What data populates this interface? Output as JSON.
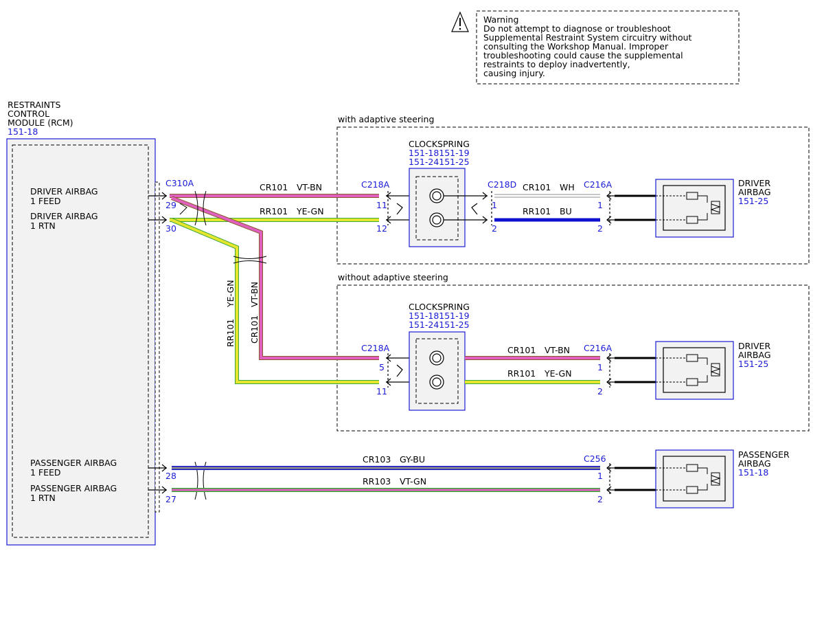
{
  "warning": {
    "title": "Warning",
    "lines": [
      "Do not attempt to diagnose or troubleshoot",
      "Supplemental Restraint System circuitry without",
      "consulting the Workshop Manual. Improper",
      "troubleshooting could cause the supplemental",
      "restraints to deploy inadvertently,",
      "causing injury."
    ]
  },
  "rcm": {
    "title_lines": [
      "RESTRAINTS",
      "CONTROL",
      "MODULE (RCM)"
    ],
    "ref": "151-18",
    "pins": [
      {
        "label1": "DRIVER AIRBAG",
        "label2": "1 FEED"
      },
      {
        "label1": "DRIVER AIRBAG",
        "label2": "1 RTN"
      },
      {
        "label1": "PASSENGER AIRBAG",
        "label2": "1 FEED"
      },
      {
        "label1": "PASSENGER AIRBAG",
        "label2": "1 RTN"
      }
    ],
    "connector": "C310A",
    "pin_numbers": [
      "29",
      "30",
      "28",
      "27"
    ]
  },
  "sections": {
    "with": "with adaptive steering",
    "without": "without adaptive steering"
  },
  "clockspring": {
    "title": "CLOCKSPRING",
    "refs_line1": "151-18151-19",
    "refs_line2": "151-24151-25"
  },
  "wires": {
    "w_cr101": {
      "circuit": "CR101",
      "color": "VT-BN"
    },
    "w_rr101": {
      "circuit": "RR101",
      "color": "YE-GN"
    },
    "w_cr101_b": {
      "circuit": "CR101",
      "color": "WH"
    },
    "w_rr101_b": {
      "circuit": "RR101",
      "color": "BU"
    },
    "vert_rr101": "RR101",
    "vert_rr101_color": "YE-GN",
    "vert_cr101": "CR101",
    "vert_cr101_color": "VT-BN",
    "wo_cr101": {
      "circuit": "CR101",
      "color": "VT-BN"
    },
    "wo_rr101": {
      "circuit": "RR101",
      "color": "YE-GN"
    },
    "cr103": {
      "circuit": "CR103",
      "color": "GY-BU"
    },
    "rr103": {
      "circuit": "RR103",
      "color": "VT-GN"
    }
  },
  "connectors": {
    "c218a_with": {
      "name": "C218A",
      "pin_a": "11",
      "pin_b": "12"
    },
    "c218d": {
      "name": "C218D",
      "pin_a": "1",
      "pin_b": "2"
    },
    "c216a_with": {
      "name": "C216A",
      "pin_a": "1",
      "pin_b": "2"
    },
    "c218a_without": {
      "name": "C218A",
      "pin_a": "5",
      "pin_b": "11"
    },
    "c216a_without": {
      "name": "C216A",
      "pin_a": "1",
      "pin_b": "2"
    },
    "c256": {
      "name": "C256",
      "pin_a": "1",
      "pin_b": "2"
    }
  },
  "airbags": {
    "driver_with": {
      "line1": "DRIVER",
      "line2": "AIRBAG",
      "ref": "151-25"
    },
    "driver_without": {
      "line1": "DRIVER",
      "line2": "AIRBAG",
      "ref": "151-25"
    },
    "passenger": {
      "line1": "PASSENGER",
      "line2": "AIRBAG",
      "ref": "151-18"
    }
  },
  "colors": {
    "reference_blue": "#1a1ad6",
    "violet": "#e060c0",
    "brown": "#8a5a2b",
    "yellow": "#e6e62e",
    "green": "#3aa63a",
    "blue_wire": "#1010d0",
    "grey": "#8c8c8c",
    "module_fill": "#f2f2f2"
  }
}
